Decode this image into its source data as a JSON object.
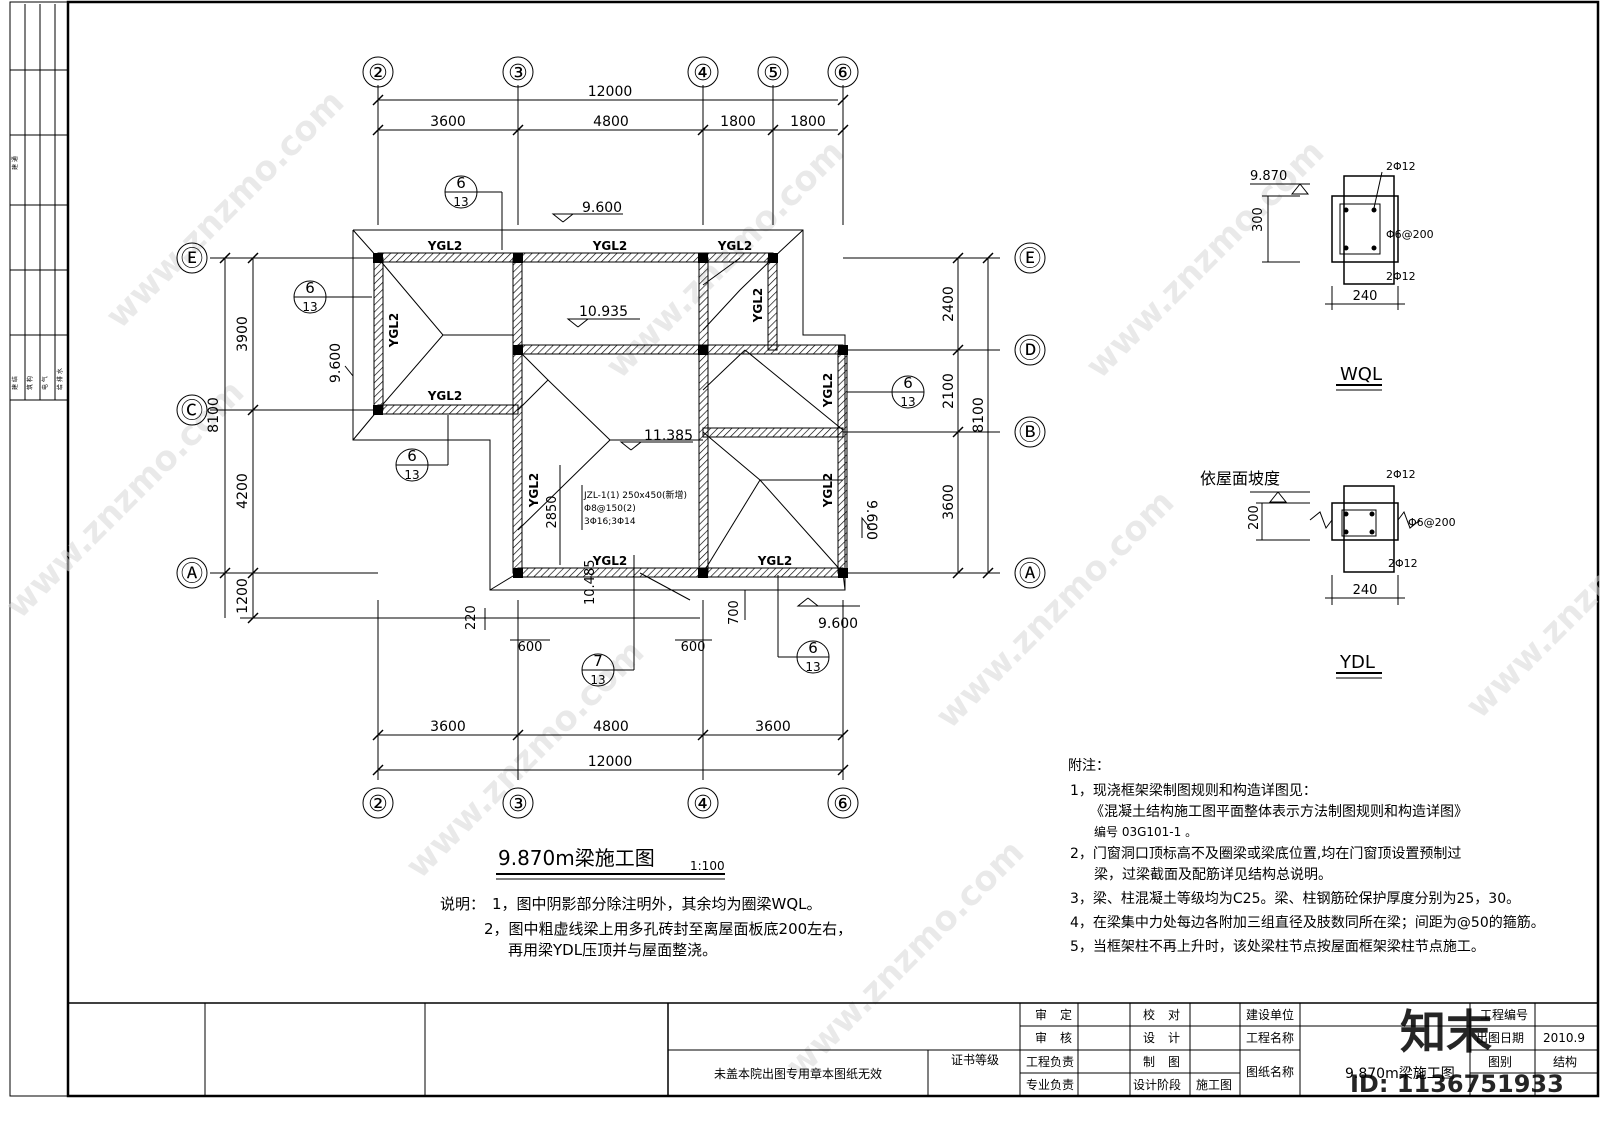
{
  "title": {
    "main": "9.870m梁施工图",
    "scale": "1:100"
  },
  "axes": {
    "top": [
      "②",
      "③",
      "④",
      "⑤",
      "⑥"
    ],
    "bottom": [
      "②",
      "③",
      "④",
      "⑥"
    ],
    "left": [
      "Ⓔ",
      "Ⓒ",
      "Ⓐ"
    ],
    "right": [
      "Ⓔ",
      "Ⓓ",
      "Ⓑ",
      "Ⓐ"
    ]
  },
  "dims": {
    "top_total": "12000",
    "top_segments": [
      "3600",
      "4800",
      "1800",
      "1800"
    ],
    "bottom_total": "12000",
    "bottom_segments": [
      "3600",
      "4800",
      "3600"
    ],
    "left_total": "8100",
    "left_segments": [
      "3900",
      "4200",
      "1200"
    ],
    "right_total": "8100",
    "right_segments": [
      "2400",
      "2100",
      "3600"
    ],
    "misc": [
      "220",
      "600",
      "600",
      "700",
      "2850"
    ]
  },
  "elevations": [
    "9.600",
    "10.935",
    "11.385",
    "9.600",
    "9.600",
    "9.600",
    "10.485"
  ],
  "beam_labels": {
    "ygl2": "YGL2",
    "jzl": [
      "JZL-1(1) 250x450(新增)",
      "Φ8@150(2)",
      "3Φ16;3Φ14"
    ]
  },
  "detail_refs": [
    {
      "top": "6",
      "bottom": "13"
    },
    {
      "top": "6",
      "bottom": "13"
    },
    {
      "top": "6",
      "bottom": "13"
    },
    {
      "top": "6",
      "bottom": "13"
    },
    {
      "top": "7",
      "bottom": "13"
    },
    {
      "top": "6",
      "bottom": "13"
    }
  ],
  "sections": {
    "wql": {
      "name": "WQL",
      "elev": "9.870",
      "top_bar": "2Φ12",
      "stirrup": "Φ6@200",
      "bottom_bar": "2Φ12",
      "height": "300",
      "width": "240"
    },
    "ydl": {
      "name": "YDL",
      "elev": "依屋面坡度",
      "top_bar": "2Φ12",
      "stirrup": "Φ6@200",
      "bottom_bar": "2Φ12",
      "height": "200",
      "width": "240"
    }
  },
  "notes_left": {
    "heading": "说明：",
    "items": [
      "1，图中阴影部分除注明外，其余均为圈梁WQL。",
      "2，图中粗虚线梁上用多孔砖封至离屋面板底200左右，",
      "再用梁YDL压顶并与屋面整浇。"
    ]
  },
  "notes_right": {
    "heading": "附注：",
    "items": [
      "1，现浇框架梁制图规则和构造详图见：",
      "《混凝土结构施工图平面整体表示方法制图规则和构造详图》",
      "编号 03G101-1 。",
      "2，门窗洞口顶标高不及圈梁或梁底位置,均在门窗顶设置预制过",
      "梁，过梁截面及配筋详见结构总说明。",
      "3，梁、柱混凝土等级均为C25。梁、柱钢筋砼保护厚度分别为25，30。",
      "4，在梁集中力处每边各附加三组直径及肢数同所在梁；间距为@50的箍筋。",
      "5，当框架柱不再上升时，该处梁柱节点按屋面框架梁柱节点施工。"
    ]
  },
  "side_strip": {
    "top": "建 通",
    "rows": [
      "建 结",
      "筑 构",
      "电 气",
      "给 排 水"
    ]
  },
  "title_block": {
    "stamp_note": "未盖本院出图专用章本图纸无效",
    "cert": "证书等级",
    "labels": [
      "审",
      "定",
      "审",
      "核",
      "工程负责",
      "专业负责",
      "校",
      "对",
      "设",
      "计",
      "制",
      "图",
      "设计阶段",
      "施工图",
      "建设单位",
      "工程名称",
      "图纸名称",
      "9.870m梁施工图",
      "工程编号",
      "出图日期",
      "2010.9",
      "图别",
      "结构"
    ]
  },
  "watermark": {
    "site": "www.znzmo.com",
    "brand": "知末",
    "id": "ID: 1136751933"
  }
}
